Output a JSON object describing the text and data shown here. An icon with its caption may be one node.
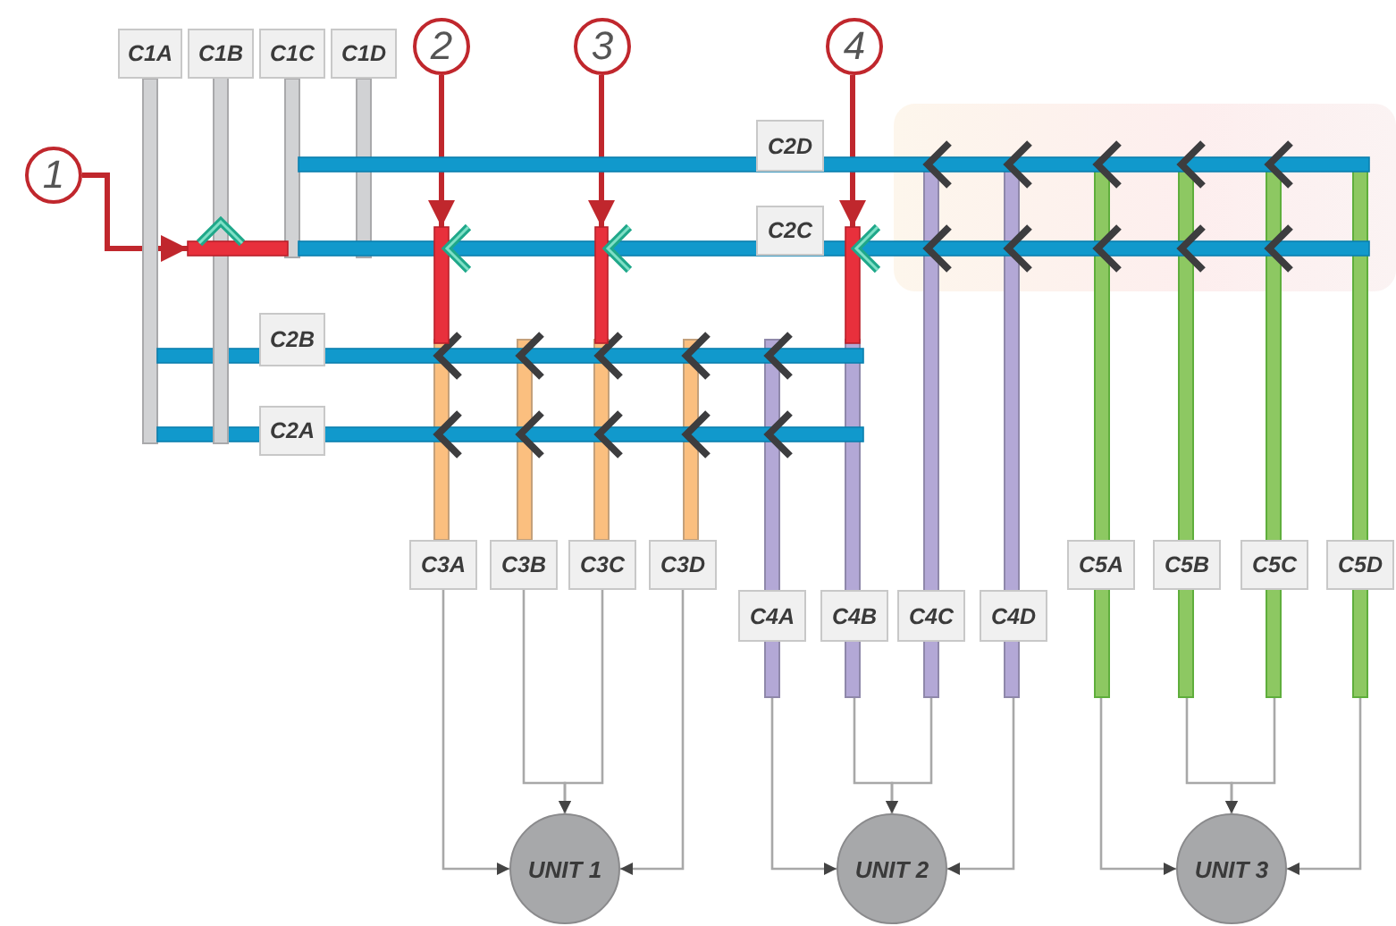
{
  "diagram": {
    "nodes": [
      {
        "text": [
          "C1A"
        ]
      },
      {
        "text": [
          "C1B"
        ]
      },
      {
        "text": [
          "C1C"
        ]
      },
      {
        "text": [
          "C1D"
        ]
      },
      {
        "text": [
          "2"
        ]
      },
      {
        "text": [
          "3"
        ]
      },
      {
        "text": [
          "4"
        ]
      },
      {
        "text": [
          "1"
        ]
      },
      {
        "text": [
          "C2D"
        ]
      },
      {
        "text": [
          "C2C"
        ]
      },
      {
        "text": [],
        "shape": "bar"
      },
      {
        "text": [],
        "shape": "bar"
      },
      {
        "text": [],
        "shape": "bar"
      },
      {
        "text": [],
        "shape": "bar"
      },
      {
        "text": [
          "C2B"
        ]
      },
      {
        "text": [
          "C2A"
        ]
      },
      {
        "text": [
          "C3A"
        ]
      },
      {
        "text": [
          "C3B"
        ]
      },
      {
        "text": [
          "C3C"
        ]
      },
      {
        "text": [
          "C3D"
        ]
      },
      {
        "text": [
          "C4A"
        ]
      },
      {
        "text": [
          "C4B"
        ]
      },
      {
        "text": [
          "C4C"
        ]
      },
      {
        "text": [
          "C4D"
        ]
      },
      {
        "text": [
          "C5A"
        ]
      },
      {
        "text": [
          "C5B"
        ]
      },
      {
        "text": [
          "C5C"
        ]
      },
      {
        "text": [
          "C5D"
        ]
      },
      {
        "text": [
          "UNIT 1"
        ]
      },
      {
        "text": [
          "UNIT 2"
        ]
      },
      {
        "text": [
          "UNIT 3"
        ]
      }
    ],
    "edges": [
      {
        "from": 7,
        "to": 10,
        "arrow": "to",
        "style": "thick",
        "color": "#c0272d"
      },
      {
        "from": 4,
        "to": 11,
        "arrow": "to",
        "style": "thick",
        "color": "#c0272d"
      },
      {
        "from": 5,
        "to": 12,
        "arrow": "to",
        "style": "thick",
        "color": "#c0272d"
      },
      {
        "from": 6,
        "to": 13,
        "arrow": "to",
        "style": "thick",
        "color": "#c0272d"
      },
      {
        "from": 16,
        "to": 28,
        "arrow": "to"
      },
      {
        "from": 17,
        "to": 28,
        "arrow": "to"
      },
      {
        "from": 18,
        "to": 28,
        "arrow": "to"
      },
      {
        "from": 19,
        "to": 28,
        "arrow": "to"
      },
      {
        "from": 20,
        "to": 29,
        "arrow": "to"
      },
      {
        "from": 21,
        "to": 29,
        "arrow": "to"
      },
      {
        "from": 22,
        "to": 29,
        "arrow": "to"
      },
      {
        "from": 23,
        "to": 29,
        "arrow": "to"
      },
      {
        "from": 24,
        "to": 30,
        "arrow": "to"
      },
      {
        "from": 25,
        "to": 30,
        "arrow": "to"
      },
      {
        "from": 26,
        "to": 30,
        "arrow": "to"
      },
      {
        "from": 27,
        "to": 30,
        "arrow": "to"
      }
    ]
  }
}
